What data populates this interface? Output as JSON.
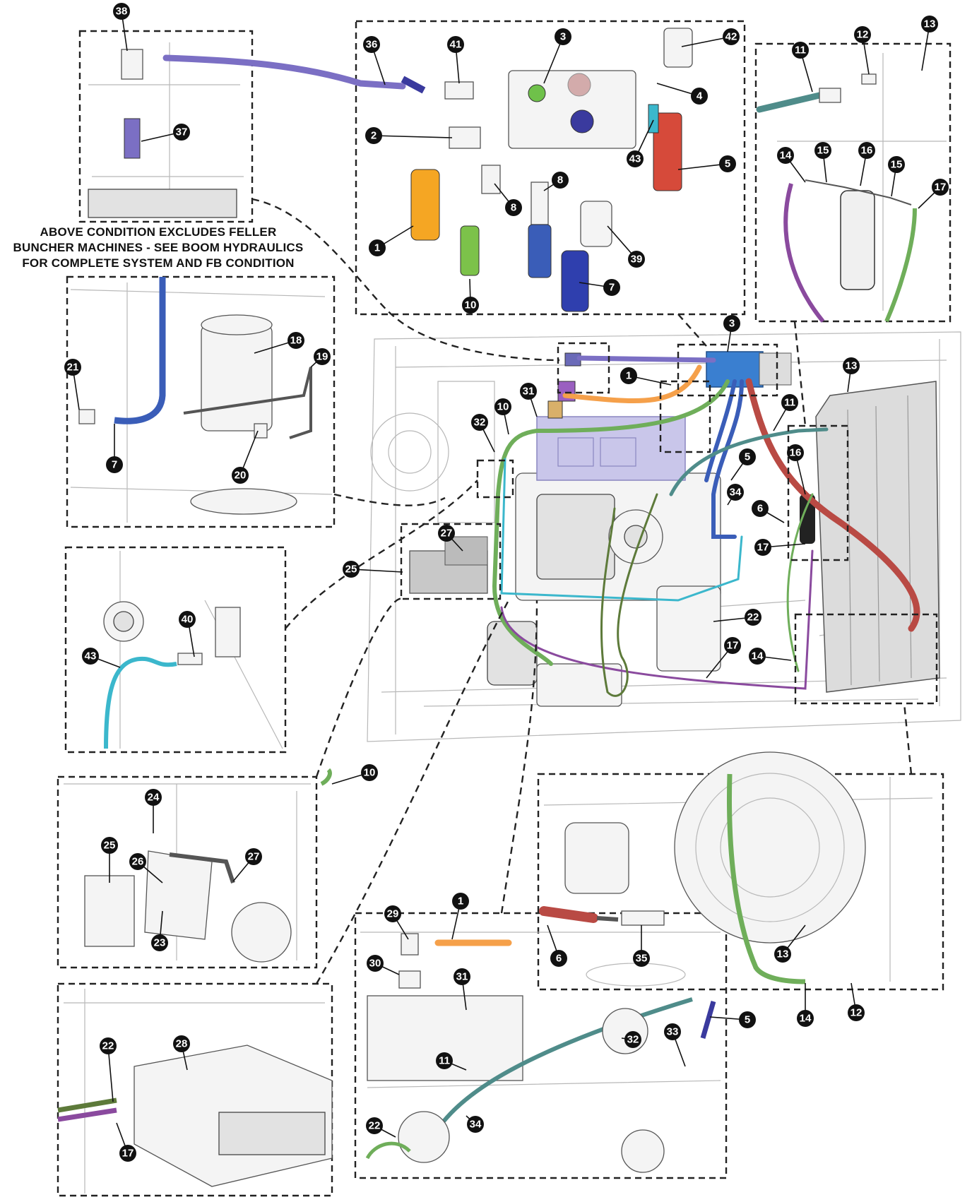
{
  "note": {
    "line1": "ABOVE CONDITION EXCLUDES FELLER",
    "line2": "BUNCHER MACHINES - SEE BOOM HYDRAULICS",
    "line3": "FOR COMPLETE SYSTEM AND FB CONDITION"
  },
  "colors": {
    "purple_hose": "#7b6fc4",
    "orange_hose": "#f5a04a",
    "green_hose": "#6fae5a",
    "blue_hose": "#3a5db8",
    "red_hose": "#b94a44",
    "teal_hose": "#4f8c8a",
    "cyan_hose": "#3bb7cc",
    "violet_hose": "#8a4a9e",
    "olive_hose": "#5d7a3a",
    "heater_block": "#c9c6ea",
    "valve_block": "#3a7fd0"
  },
  "callouts": {
    "c38": "38",
    "c36": "36",
    "c41": "41",
    "c3a": "3",
    "c42": "42",
    "c37": "37",
    "c2": "2",
    "c4": "4",
    "c43a": "43",
    "c5a": "5",
    "c8a": "8",
    "c8b": "8",
    "c39": "39",
    "c1a": "1",
    "c10a": "10",
    "c7a": "7",
    "c11a": "11",
    "c12a": "12",
    "c13a": "13",
    "c14a": "14",
    "c15a": "15",
    "c16a": "16",
    "c15b": "15",
    "c17a": "17",
    "c18": "18",
    "c19": "19",
    "c21": "21",
    "c7b": "7",
    "c20": "20",
    "c3b": "3",
    "c1b": "1",
    "c31a": "31",
    "c10b": "10",
    "c32a": "32",
    "c13b": "13",
    "c11b": "11",
    "c5b": "5",
    "c16b": "16",
    "c34a": "34",
    "c6a": "6",
    "c17b": "17",
    "c27a": "27",
    "c25a": "25",
    "c22a": "22",
    "c17c": "17",
    "c14b": "14",
    "c40": "40",
    "c43b": "43",
    "c10c": "10",
    "c24": "24",
    "c25b": "25",
    "c26": "26",
    "c27b": "27",
    "c23": "23",
    "c1c": "1",
    "c29": "29",
    "c30": "30",
    "c31b": "31",
    "c33": "33",
    "c5c": "5",
    "c32b": "32",
    "c11c": "11",
    "c22b": "22",
    "c34b": "34",
    "c6b": "6",
    "c35": "35",
    "c13c": "13",
    "c14c": "14",
    "c12b": "12",
    "c28": "28",
    "c22c": "22",
    "c17d": "17"
  }
}
